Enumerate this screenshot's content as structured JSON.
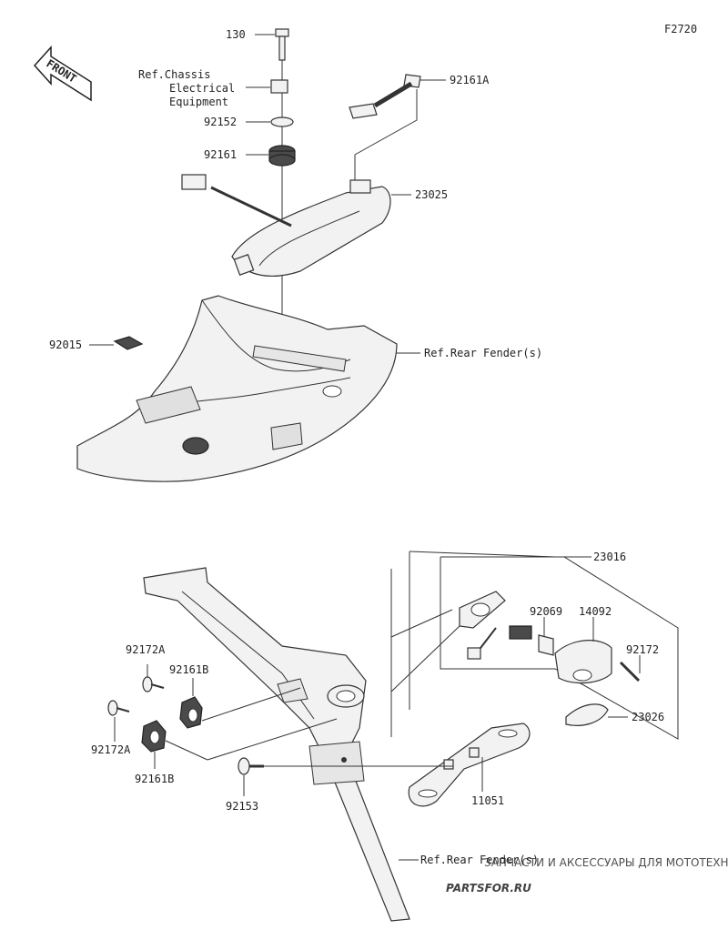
{
  "diagram_code": "F2720",
  "front_label": "FRONT",
  "callouts": {
    "p130": "130",
    "ref_chassis_1": "Ref.Chassis",
    "ref_chassis_2": "Electrical",
    "ref_chassis_3": "Equipment",
    "p92161a": "92161A",
    "p92152": "92152",
    "p92161_top": "92161",
    "p23025": "23025",
    "p92015": "92015",
    "ref_rear_fender_top": "Ref.Rear Fender(s)",
    "p23016": "23016",
    "p92069": "92069",
    "p14092": "14092",
    "p92172": "92172",
    "p92172a_top": "92172A",
    "p92161b_top": "92161B",
    "p92172a_bottom": "92172A",
    "p92161b_bottom": "92161B",
    "p23026": "23026",
    "p11051": "11051",
    "p92153": "92153",
    "ref_rear_fender_bottom": "Ref.Rear Fender(s)"
  },
  "watermark": {
    "tagline": "ЗАПЧАСТИ И АКСЕССУАРЫ ДЛЯ МОТОТЕХНИКИ",
    "brand": "PARTSFOR.RU",
    "color": "#e06070"
  }
}
